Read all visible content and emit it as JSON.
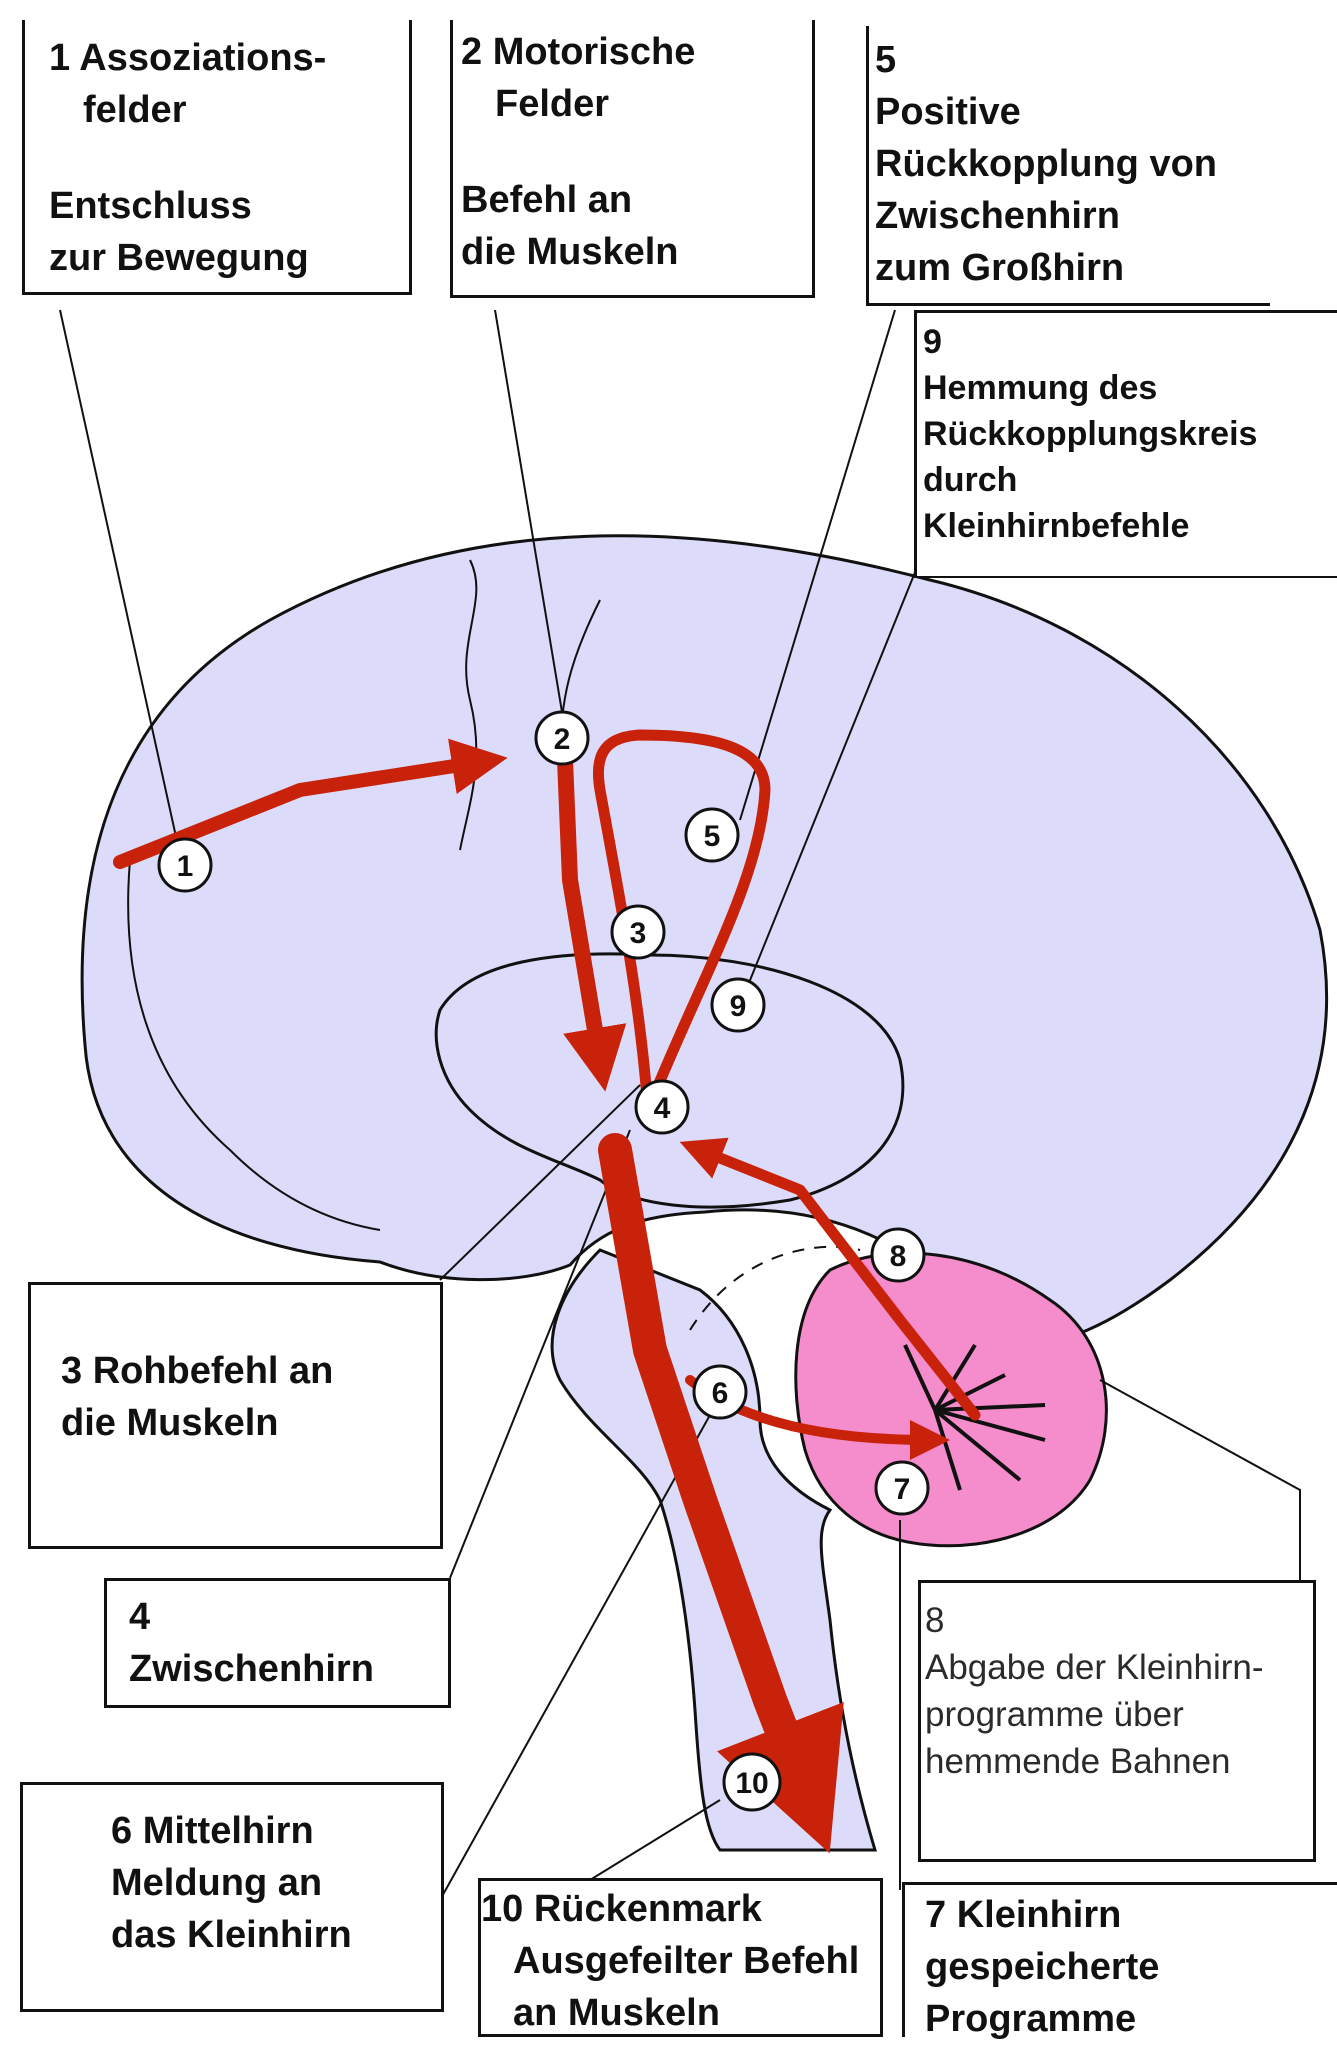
{
  "colors": {
    "brain_fill": "#dcdcfa",
    "cerebellum_fill": "#f58ccb",
    "arrow": "#c8220a",
    "outline": "#111111"
  },
  "markers": [
    "1",
    "2",
    "3",
    "4",
    "5",
    "6",
    "7",
    "8",
    "9",
    "10"
  ],
  "labels": {
    "box1": {
      "title": "1 Assoziations-",
      "title2": "felder",
      "text": "Entschluss",
      "text2": "zur Bewegung"
    },
    "box2": {
      "title": "2 Motorische",
      "title2": "Felder",
      "text": "Befehl an",
      "text2": "die Muskeln"
    },
    "box5": {
      "num": "5",
      "l1": "Positive",
      "l2": "Rückkopplung von",
      "l3": "Zwischenhirn",
      "l4": "zum Großhirn"
    },
    "box9": {
      "num": "9",
      "l1": "Hemmung des",
      "l2": "Rückkopplungskreis",
      "l3": "durch",
      "l4": "Kleinhirnbefehle"
    },
    "box3": {
      "l1": "3 Rohbefehl an",
      "l2": "die Muskeln"
    },
    "box4": {
      "num": "4",
      "l1": "Zwischenhirn"
    },
    "box8": {
      "num": "8",
      "l1": "Abgabe der Kleinhirn-",
      "l2": "programme über",
      "l3": "hemmende Bahnen"
    },
    "box6": {
      "l1": "6 Mittelhirn",
      "l2": "Meldung an",
      "l3": "das Kleinhirn"
    },
    "box10": {
      "l1": "10 Rückenmark",
      "l2": "Ausgefeilter Befehl",
      "l3": "an Muskeln"
    },
    "box7": {
      "l1": "7 Kleinhirn",
      "l2": "gespeicherte",
      "l3": "Programme"
    }
  }
}
